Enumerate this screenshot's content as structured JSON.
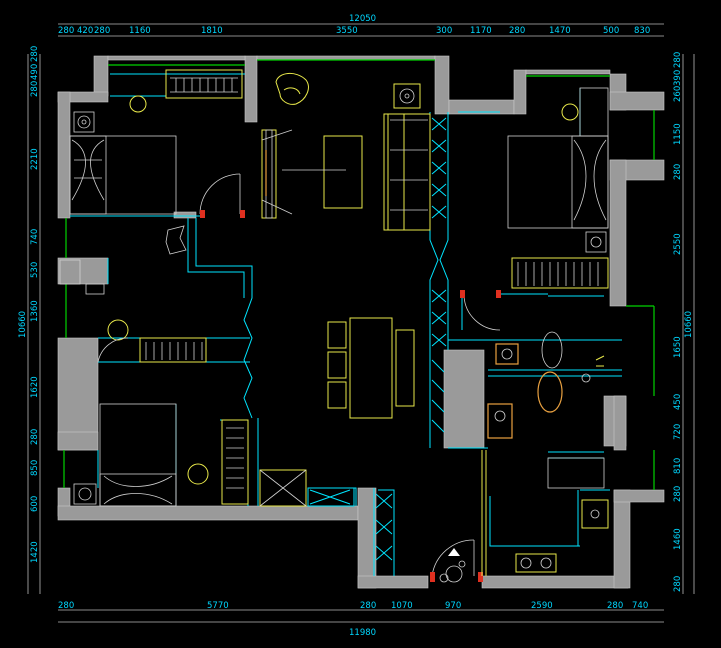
{
  "dimensions": {
    "top_total": "12050",
    "top": [
      "280",
      "420",
      "280",
      "1160",
      "1810",
      "3550",
      "300",
      "1170",
      "280",
      "1470",
      "500",
      "830"
    ],
    "bottom_total": "11980",
    "bottom": [
      "280",
      "5770",
      "280",
      "1070",
      "970",
      "2590",
      "280",
      "740"
    ],
    "left_total": "10660",
    "left": [
      "280",
      "490",
      "280",
      "2210",
      "740",
      "530",
      "1360",
      "1620",
      "280",
      "850",
      "600",
      "1420"
    ],
    "right_total": "10660",
    "right": [
      "280",
      "390",
      "260",
      "1150",
      "280",
      "2550",
      "1650",
      "450",
      "720",
      "810",
      "280",
      "1460",
      "280"
    ]
  },
  "colors": {
    "wall": "#9a9a9a",
    "cyan": "#00e5ff",
    "yellow": "#e8e84a",
    "green": "#00d200",
    "dimension_text": "#00d7ff"
  }
}
